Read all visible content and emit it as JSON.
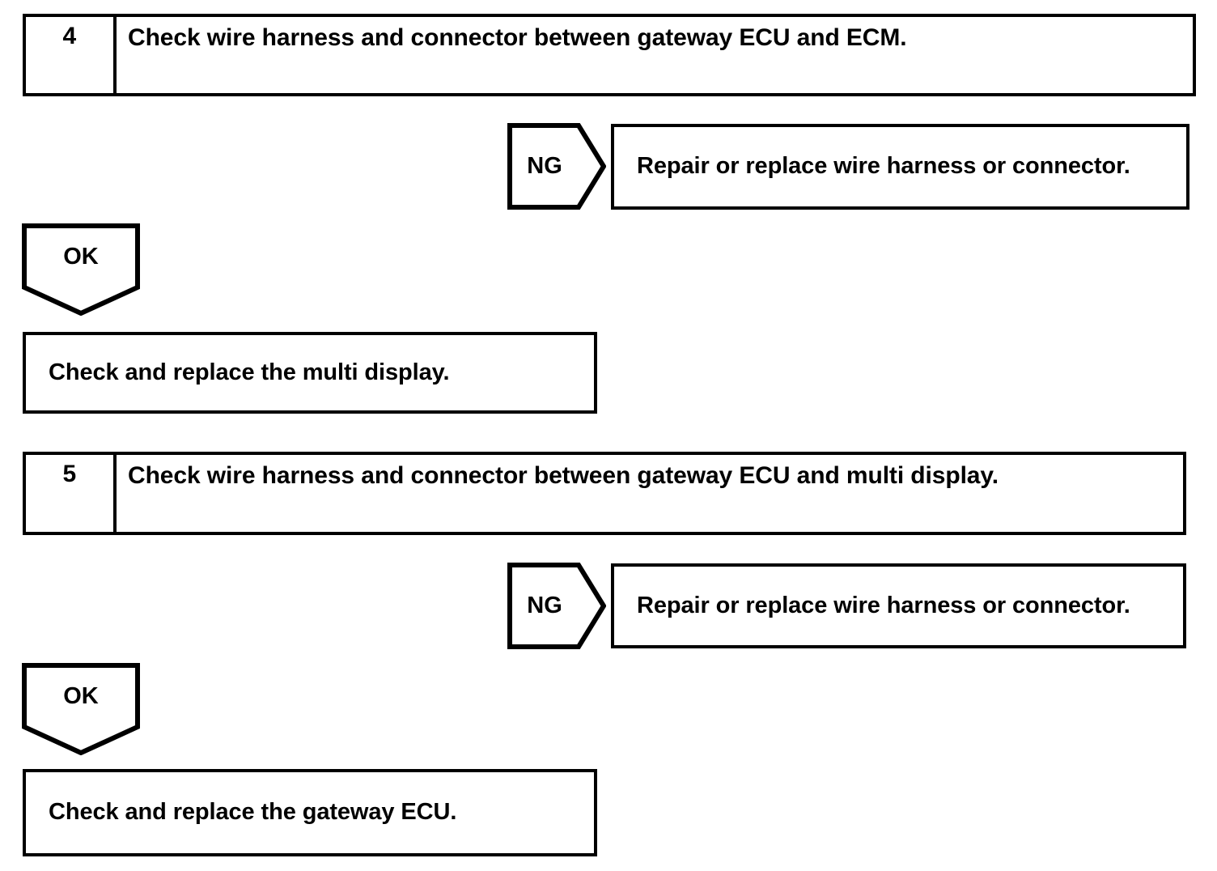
{
  "document": {
    "type": "troubleshooting-flowchart",
    "background_color": "#ffffff",
    "line_color": "#000000"
  },
  "steps": [
    {
      "number": "4",
      "title": "Check wire harness and connector between gateway ECU and ECM.",
      "ng": {
        "label": "NG",
        "action": "Repair or replace wire harness or connector."
      },
      "ok": {
        "label": "OK",
        "action": "Check and replace the multi display."
      }
    },
    {
      "number": "5",
      "title": "Check wire harness and connector between gateway ECU and multi display.",
      "ng": {
        "label": "NG",
        "action": "Repair or replace wire harness or connector."
      },
      "ok": {
        "label": "OK",
        "action": "Check and replace the gateway ECU."
      }
    }
  ]
}
